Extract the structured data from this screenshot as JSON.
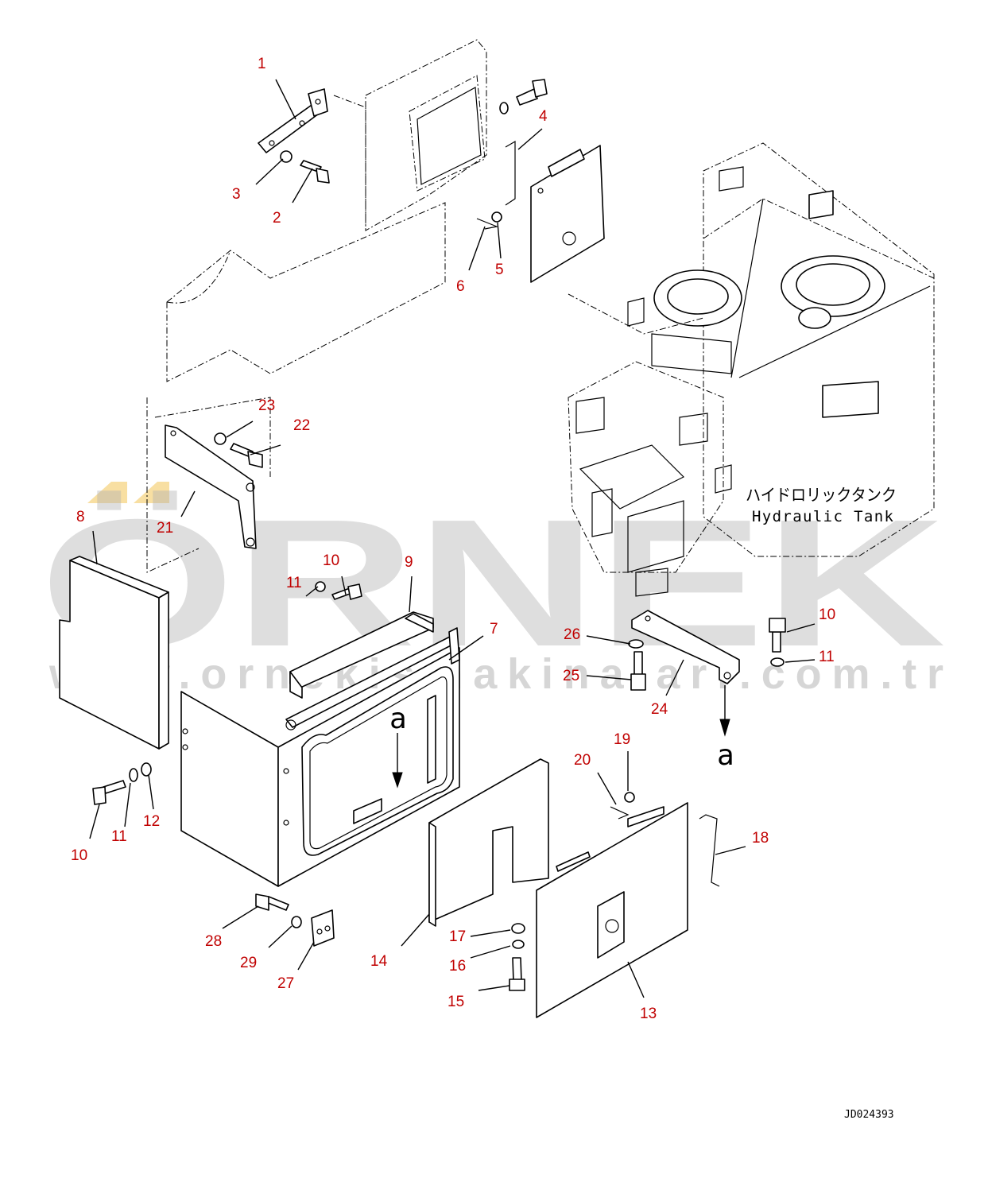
{
  "diagram": {
    "tank_label_ja": "ハイドロリックタンク",
    "tank_label_en": "Hydraulic Tank",
    "view_marker_top": "a",
    "view_marker_right": "a",
    "drawing_number": "JD024393",
    "watermark_brand": "ÖRNEK",
    "watermark_url": "www.ornekismakinalari.com.tr",
    "callouts": [
      "1",
      "2",
      "3",
      "4",
      "5",
      "6",
      "7",
      "8",
      "9",
      "10",
      "11",
      "12",
      "13",
      "14",
      "15",
      "16",
      "17",
      "18",
      "19",
      "20",
      "21",
      "22",
      "23",
      "24",
      "25",
      "26",
      "27",
      "28",
      "29"
    ],
    "callouts_repeat": [
      "10",
      "11",
      "10",
      "11"
    ],
    "colors": {
      "callout": "#c00000",
      "line": "#000000",
      "watermark": "#b0b0b0",
      "watermark_accent": "#f5d27a"
    }
  }
}
